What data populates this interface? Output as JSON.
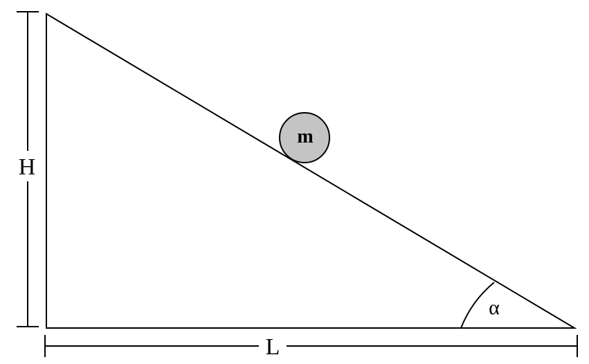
{
  "diagram": {
    "labels": {
      "height": "H",
      "length": "L",
      "angle": "α",
      "mass": "m"
    },
    "colors": {
      "stroke": "#000000",
      "mass_fill": "#c4c4c4",
      "background": "#ffffff"
    }
  }
}
